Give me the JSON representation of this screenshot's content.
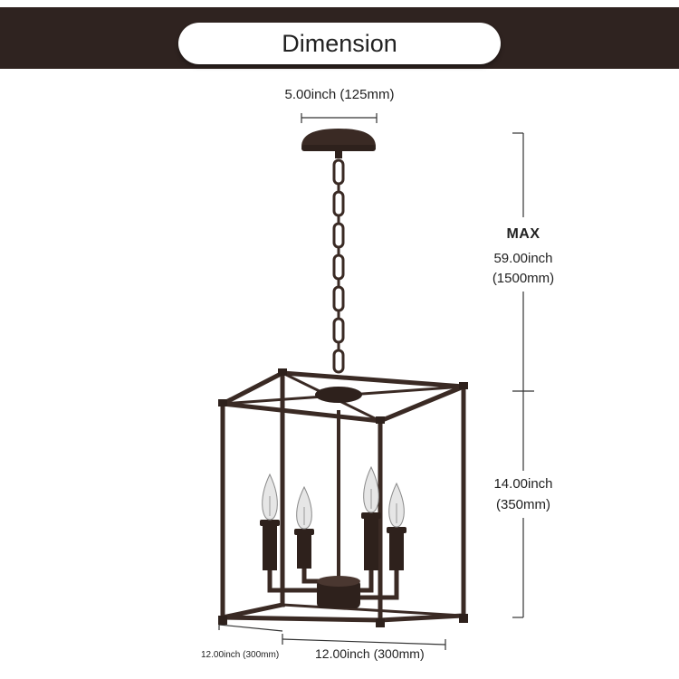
{
  "header": {
    "title": "Dimension"
  },
  "dimensions": {
    "canopy_width": "5.00inch (125mm)",
    "max_label": "MAX",
    "max_height_in": "59.00inch",
    "max_height_mm": "(1500mm)",
    "body_height_in": "14.00inch",
    "body_height_mm": "(350mm)",
    "depth": "12.00inch (300mm)",
    "width": "12.00inch (300mm)"
  },
  "colors": {
    "banner": "#2f2320",
    "metal": "#3a2a24",
    "bulb": "#e6e6e6"
  }
}
